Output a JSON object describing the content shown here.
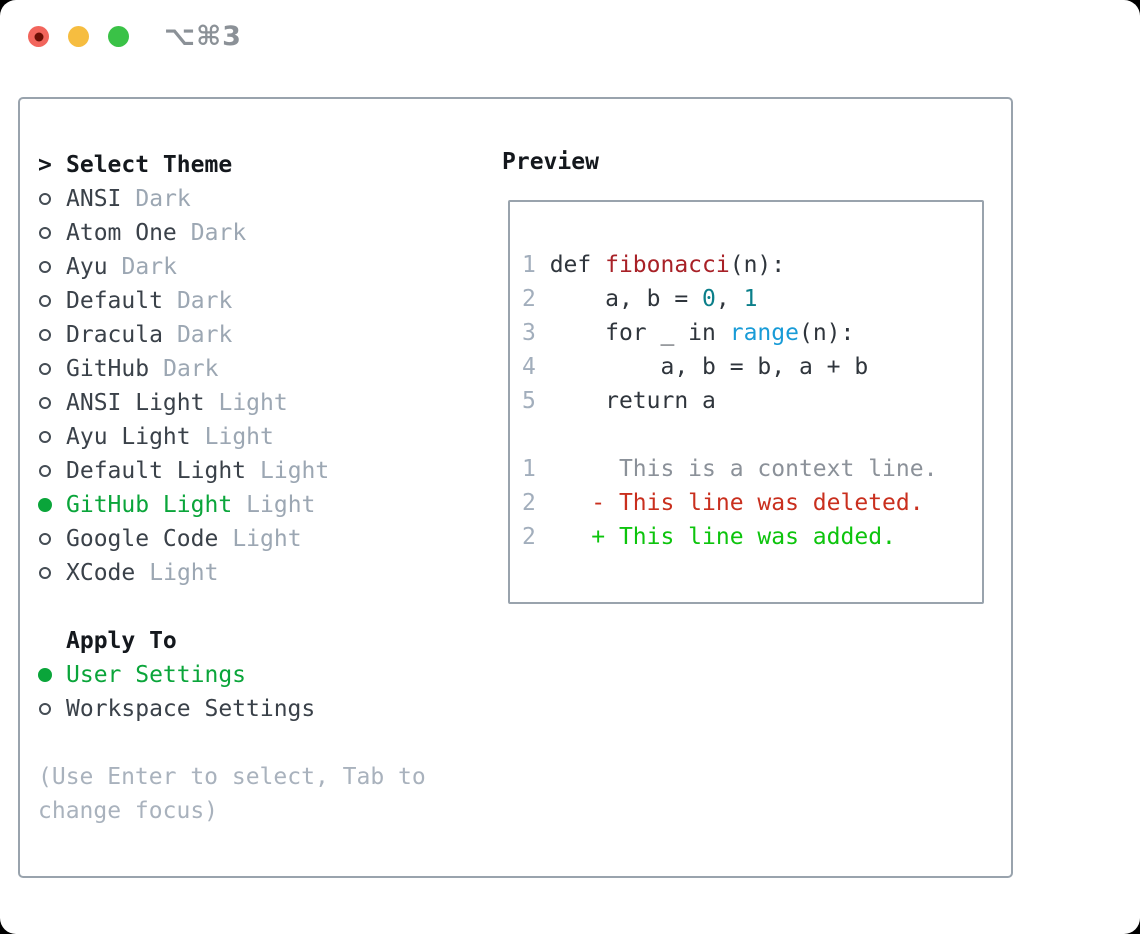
{
  "titlebar": {
    "shortcut_label": "⌥⌘3",
    "buttons": [
      "close",
      "minimize",
      "zoom"
    ]
  },
  "theme_list": {
    "header_prefix": ">",
    "header": "Select Theme",
    "items": [
      {
        "name": "ANSI",
        "variant": "Dark",
        "selected": false
      },
      {
        "name": "Atom One",
        "variant": "Dark",
        "selected": false
      },
      {
        "name": "Ayu",
        "variant": "Dark",
        "selected": false
      },
      {
        "name": "Default",
        "variant": "Dark",
        "selected": false
      },
      {
        "name": "Dracula",
        "variant": "Dark",
        "selected": false
      },
      {
        "name": "GitHub",
        "variant": "Dark",
        "selected": false
      },
      {
        "name": "ANSI Light",
        "variant": "Light",
        "selected": false
      },
      {
        "name": "Ayu Light",
        "variant": "Light",
        "selected": false
      },
      {
        "name": "Default Light",
        "variant": "Light",
        "selected": false
      },
      {
        "name": "GitHub Light",
        "variant": "Light",
        "selected": true
      },
      {
        "name": "Google Code",
        "variant": "Light",
        "selected": false
      },
      {
        "name": "XCode",
        "variant": "Light",
        "selected": false
      }
    ]
  },
  "apply_to": {
    "header": "Apply To",
    "options": [
      {
        "name": "User Settings",
        "selected": true
      },
      {
        "name": "Workspace Settings",
        "selected": false
      }
    ]
  },
  "hint_lines": [
    "(Use Enter to select, Tab to",
    "change focus)"
  ],
  "preview": {
    "header": "Preview",
    "code_lines": [
      {
        "tokens": [
          {
            "t": "1 ",
            "c": "lineno"
          },
          {
            "t": "def ",
            "c": "fg"
          },
          {
            "t": "fibonacci",
            "c": "func"
          },
          {
            "t": "(n):",
            "c": "fg"
          }
        ]
      },
      {
        "tokens": [
          {
            "t": "2 ",
            "c": "lineno"
          },
          {
            "t": "    a, b = ",
            "c": "fg"
          },
          {
            "t": "0",
            "c": "num"
          },
          {
            "t": ", ",
            "c": "fg"
          },
          {
            "t": "1",
            "c": "num"
          }
        ]
      },
      {
        "tokens": [
          {
            "t": "3 ",
            "c": "lineno"
          },
          {
            "t": "    for _ in ",
            "c": "fg"
          },
          {
            "t": "range",
            "c": "call"
          },
          {
            "t": "(n):",
            "c": "fg"
          }
        ]
      },
      {
        "tokens": [
          {
            "t": "4 ",
            "c": "lineno"
          },
          {
            "t": "        a, b = b, a + b",
            "c": "fg"
          }
        ]
      },
      {
        "tokens": [
          {
            "t": "5 ",
            "c": "lineno"
          },
          {
            "t": "    return a",
            "c": "fg"
          }
        ]
      },
      {
        "tokens": []
      },
      {
        "tokens": [
          {
            "t": "1 ",
            "c": "lineno"
          },
          {
            "t": "     This is a context line.",
            "c": "context"
          }
        ]
      },
      {
        "tokens": [
          {
            "t": "2 ",
            "c": "lineno"
          },
          {
            "t": "   - This line was deleted.",
            "c": "deleted"
          }
        ]
      },
      {
        "tokens": [
          {
            "t": "2 ",
            "c": "lineno"
          },
          {
            "t": "   + This line was added.",
            "c": "added"
          }
        ]
      }
    ]
  },
  "colors": {
    "ink": "#14181d",
    "item": "#3a4149",
    "muted": "#9ca7b3",
    "hint": "#a9b2bd",
    "border": "#99a3ad",
    "sel_green": "#0aa53a",
    "add_green": "#0dc40d",
    "del_red": "#c92f1e",
    "func_red": "#a82127",
    "num_teal": "#0b7f8a",
    "call_blue": "#189bd7",
    "code_fg": "#2f353c",
    "lineno": "#a2aebc",
    "ctx_gray": "#8b9199",
    "title_gray": "#8b9197",
    "tl_red": "#f2655c",
    "tl_red_dot": "#6b0f05",
    "tl_yellow": "#f6bd40",
    "tl_green": "#3ac247"
  }
}
